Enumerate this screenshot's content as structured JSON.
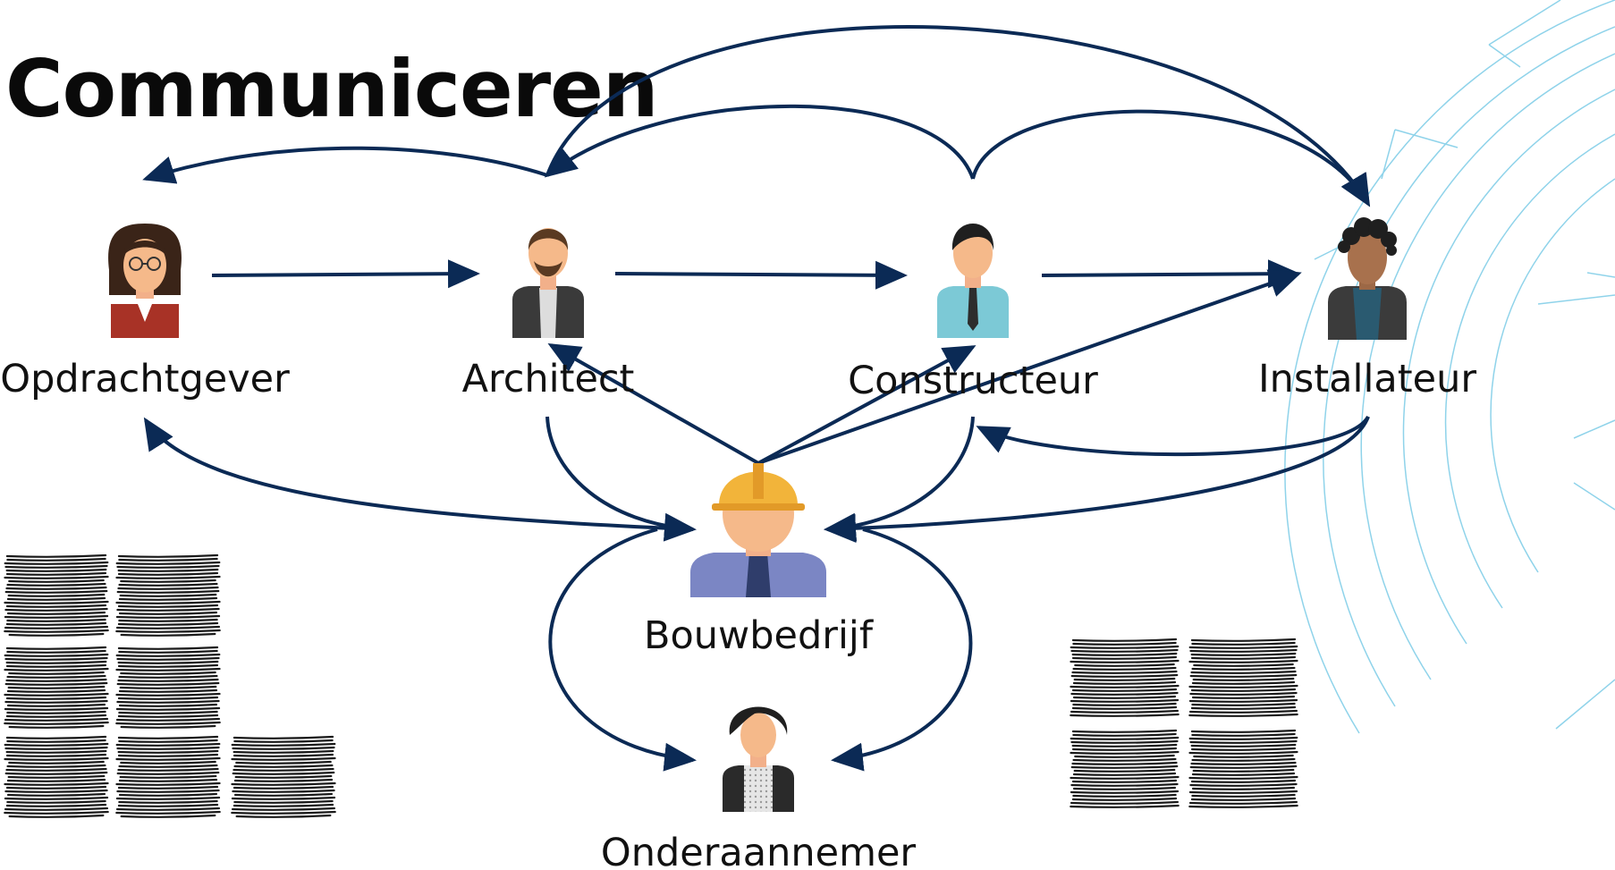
{
  "title": "Communiceren",
  "actors": {
    "opdrachtgever": "Opdrachtgever",
    "architect": "Architect",
    "constructeur": "Constructeur",
    "installateur": "Installateur",
    "bouwbedrijf": "Bouwbedrijf",
    "onderaannemer": "Onderaannemer"
  },
  "colors": {
    "arrow": "#0b2a55",
    "decoration": "#8fd3ea",
    "helmet": "#f2b43a",
    "skin": "#f5b98a"
  },
  "icons": [
    "woman-glasses-avatar",
    "bearded-man-avatar",
    "tie-man-avatar",
    "curly-hair-man-avatar",
    "construction-worker-avatar",
    "woman-short-hair-avatar"
  ]
}
